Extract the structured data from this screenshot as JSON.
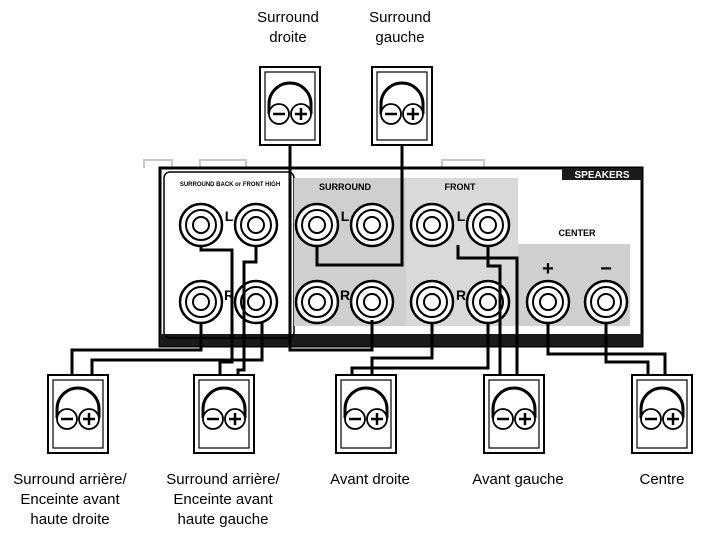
{
  "panel": {
    "title": "SPEAKERS",
    "sections": {
      "surround_back": "SURROUND BACK or FRONT HIGH",
      "surround": "SURROUND",
      "front": "FRONT",
      "center": "CENTER"
    },
    "channel_l": "L",
    "channel_r": "R",
    "plus": "+",
    "minus": "−"
  },
  "speakers": {
    "surround_right": [
      "Surround",
      "droite"
    ],
    "surround_left": [
      "Surround",
      "gauche"
    ],
    "surround_back_right": [
      "Surround arrière/",
      "Enceinte avant",
      "haute droite"
    ],
    "surround_back_left": [
      "Surround arrière/",
      "Enceinte avant",
      "haute gauche"
    ],
    "front_right": [
      "Avant droite"
    ],
    "front_left": [
      "Avant gauche"
    ],
    "center": [
      "Centre"
    ]
  }
}
